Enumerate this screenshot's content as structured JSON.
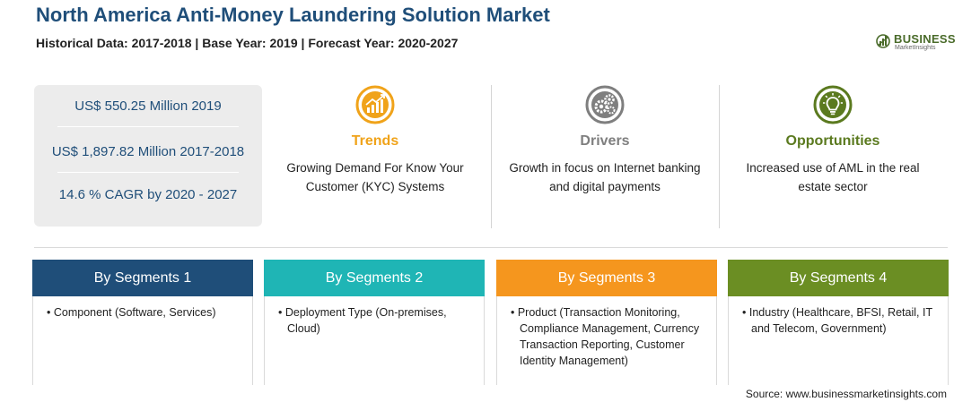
{
  "header": {
    "title": "North America Anti-Money Laundering Solution Market",
    "subtitle": "Historical Data: 2017-2018 | Base Year: 2019 | Forecast Year: 2020-2027"
  },
  "logo": {
    "name": "BUSINESS",
    "tagline": "MarketInsights",
    "color": "#4a6b2a"
  },
  "stats": [
    "US$ 550.25 Million 2019",
    "US$ 1,897.82 Million 2017-2018",
    "14.6 % CAGR by 2020 - 2027"
  ],
  "columns": [
    {
      "heading": "Trends",
      "text": "Growing Demand For Know Your Customer (KYC) Systems",
      "color": "#f0a31a",
      "icon": "growth-chart-icon"
    },
    {
      "heading": "Drivers",
      "text": "Growth in focus on Internet banking and digital payments",
      "color": "#7f7f7f",
      "icon": "gears-icon"
    },
    {
      "heading": "Opportunities",
      "text": "Increased use of AML in the real estate sector",
      "color": "#5b7a1f",
      "icon": "lightbulb-icon"
    }
  ],
  "segments": [
    {
      "heading": "By Segments 1",
      "text": "• Component (Software, Services)",
      "color": "#1f4e79"
    },
    {
      "heading": "By Segments 2",
      "text": "• Deployment Type (On-premises, Cloud)",
      "color": "#1fb5b5"
    },
    {
      "heading": "By Segments 3",
      "text": "• Product (Transaction Monitoring, Compliance Management, Currency Transaction Reporting, Customer Identity Management)",
      "color": "#f5961e"
    },
    {
      "heading": "By Segments 4",
      "text": "• Industry (Healthcare, BFSI, Retail, IT and Telecom, Government)",
      "color": "#6b8e23"
    }
  ],
  "source": "Source: www.businessmarketinsights.com"
}
